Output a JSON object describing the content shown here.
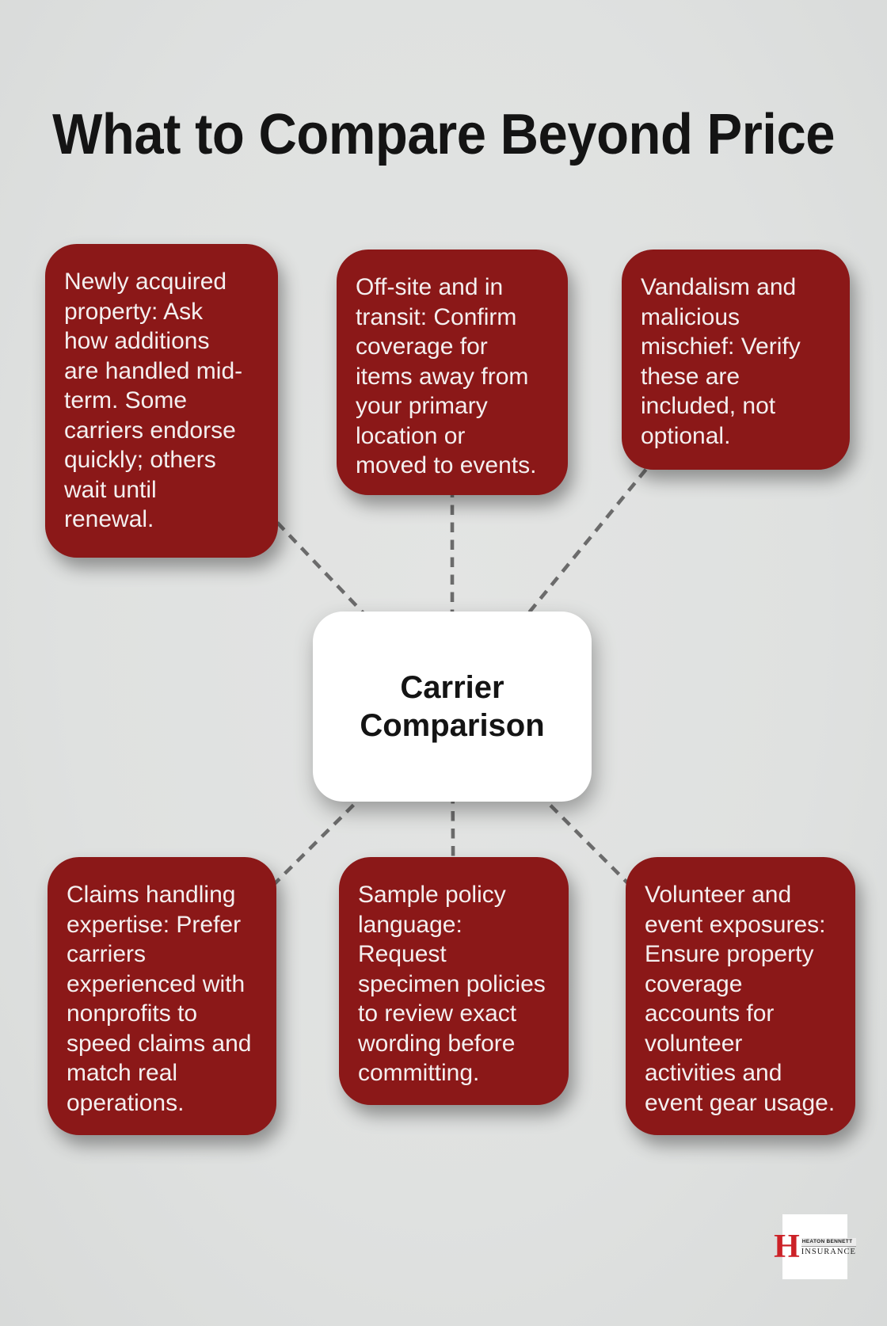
{
  "page": {
    "title": "What to Compare Beyond Price"
  },
  "center": {
    "label": "Carrier\nComparison"
  },
  "nodes": [
    {
      "id": "newly-acquired-property",
      "position": "top-left",
      "text": "Newly acquired\nproperty: Ask\nhow additions\nare handled mid-\nterm. Some\ncarriers endorse\nquickly; others\nwait until\nrenewal."
    },
    {
      "id": "off-site-and-in-transit",
      "position": "top-middle",
      "text": "Off-site and in\ntransit: Confirm\ncoverage for\nitems away from\nyour primary\nlocation or\nmoved to events."
    },
    {
      "id": "vandalism-and-malicious-mischief",
      "position": "top-right",
      "text": "Vandalism and\nmalicious\nmischief: Verify\nthese are\nincluded, not\noptional."
    },
    {
      "id": "claims-handling-expertise",
      "position": "bottom-left",
      "text": "Claims handling\nexpertise: Prefer\ncarriers\nexperienced with\nnonprofits to\nspeed claims and\nmatch real\noperations."
    },
    {
      "id": "sample-policy-language",
      "position": "bottom-middle",
      "text": "Sample policy\nlanguage:\nRequest\nspecimen policies\nto review exact\nwording before\ncommitting."
    },
    {
      "id": "volunteer-and-event-exposures",
      "position": "bottom-right",
      "text": "Volunteer and\nevent exposures:\nEnsure property\ncoverage\naccounts for\nvolunteer\nactivities and\nevent gear usage."
    }
  ],
  "logo": {
    "monogram": "H",
    "name_line1": "HEATON BENNETT",
    "name_line2": "INSURANCE"
  },
  "colors": {
    "background": "#dfe1e0",
    "node_fill": "#8b1818",
    "node_text": "#f4efef",
    "center_fill": "#ffffff",
    "center_text": "#141414",
    "connector": "#6b6b6b",
    "title": "#141414",
    "logo_red": "#cc2127",
    "logo_text": "#222222"
  }
}
